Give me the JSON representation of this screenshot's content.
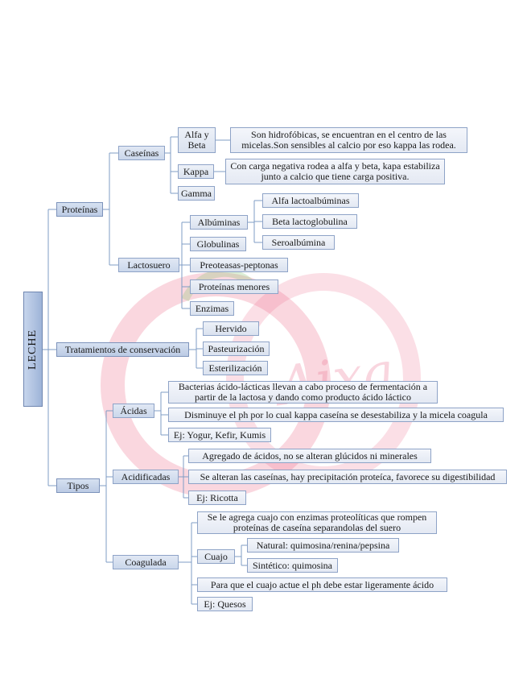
{
  "watermark": {
    "text": "Aixa"
  },
  "root": "LECHE",
  "level1": {
    "proteinas": "Proteínas",
    "tratamientos": "Tratamientos de conservación",
    "tipos": "Tipos"
  },
  "caseinas": {
    "label": "Caseínas",
    "alfa_beta": {
      "label": "Alfa y Beta",
      "desc": "Son hidrofóbicas, se encuentran en el centro de las micelas.Son sensibles al calcio por eso kappa las rodea."
    },
    "kappa": {
      "label": "Kappa",
      "desc": "Con carga negativa rodea a alfa y beta, kapa estabiliza junto a calcio que tiene carga positiva."
    },
    "gamma": {
      "label": "Gamma"
    }
  },
  "lactosuero": {
    "label": "Lactosuero",
    "albuminas": {
      "label": "Albúminas",
      "children": [
        "Alfa lactoalbúminas",
        "Beta lactoglobulina",
        "Seroalbúmina"
      ]
    },
    "globulinas": "Globulinas",
    "preoteasas": "Preoteasas-peptonas",
    "proteinas_menores": "Proteínas menores",
    "enzimas": "Enzimas"
  },
  "tratamientos": [
    "Hervido",
    "Pasteurización",
    "Esterilización"
  ],
  "acidas": {
    "label": "Ácidas",
    "items": [
      "Bacterias ácido-lácticas llevan a cabo proceso de fermentación a partir de la lactosa y dando como producto ácido láctico",
      "Disminuye el ph por lo cual kappa caseína se desestabiliza y la micela coagula",
      "Ej: Yogur, Kefir, Kumis"
    ]
  },
  "acidificadas": {
    "label": "Acidificadas",
    "items": [
      "Agregado de ácidos, no se alteran glúcidos ni minerales",
      "Se alteran las caseínas, hay precipitación proteíca, favorece su digestibilidad",
      "Ej: Ricotta"
    ]
  },
  "coagulada": {
    "label": "Coagulada",
    "item1": "Se le agrega cuajo con enzimas proteolíticas que rompen proteínas de caseína separandolas del suero",
    "cuajo": {
      "label": "Cuajo",
      "children": [
        "Natural: quimosina/renina/pepsina",
        "Sintético: quimosina"
      ]
    },
    "item3": "Para que el cuajo actue el ph debe estar ligeramente ácido",
    "item4": "Ej: Quesos"
  }
}
